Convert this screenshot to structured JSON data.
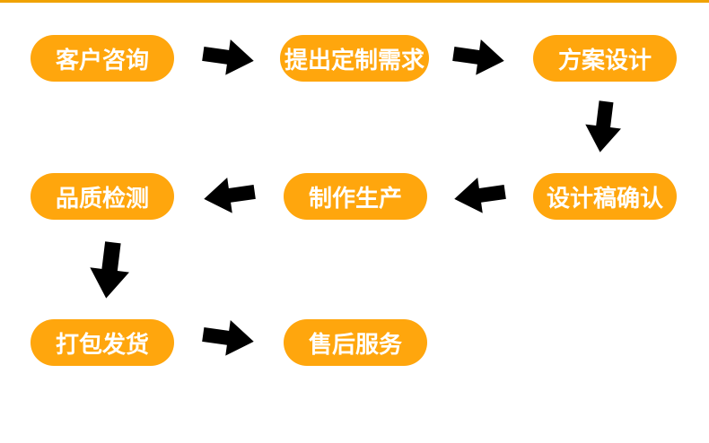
{
  "page": {
    "colors": {
      "pill_fill": "#FFA60D",
      "pill_text": "#FFFFFF",
      "arrow": "#000000",
      "top_bar": "#F0A202",
      "background": "#FFFFFF"
    }
  },
  "flow": {
    "steps": [
      {
        "label": "客户咨询"
      },
      {
        "label": "提出定制需求"
      },
      {
        "label": "方案设计"
      },
      {
        "label": "设计稿确认"
      },
      {
        "label": "制作生产"
      },
      {
        "label": "品质检测"
      },
      {
        "label": "打包发货"
      },
      {
        "label": "售后服务"
      }
    ],
    "arrows": [
      {
        "icon": "arrow-right-icon",
        "direction": "right",
        "from": "客户咨询",
        "to": "提出定制需求"
      },
      {
        "icon": "arrow-right-icon",
        "direction": "right",
        "from": "提出定制需求",
        "to": "方案设计"
      },
      {
        "icon": "arrow-down-icon",
        "direction": "down",
        "from": "方案设计",
        "to": "设计稿确认"
      },
      {
        "icon": "arrow-left-icon",
        "direction": "left",
        "from": "设计稿确认",
        "to": "制作生产"
      },
      {
        "icon": "arrow-left-icon",
        "direction": "left",
        "from": "制作生产",
        "to": "品质检测"
      },
      {
        "icon": "arrow-down-icon",
        "direction": "down",
        "from": "品质检测",
        "to": "打包发货"
      },
      {
        "icon": "arrow-right-icon",
        "direction": "right",
        "from": "打包发货",
        "to": "售后服务"
      }
    ]
  }
}
